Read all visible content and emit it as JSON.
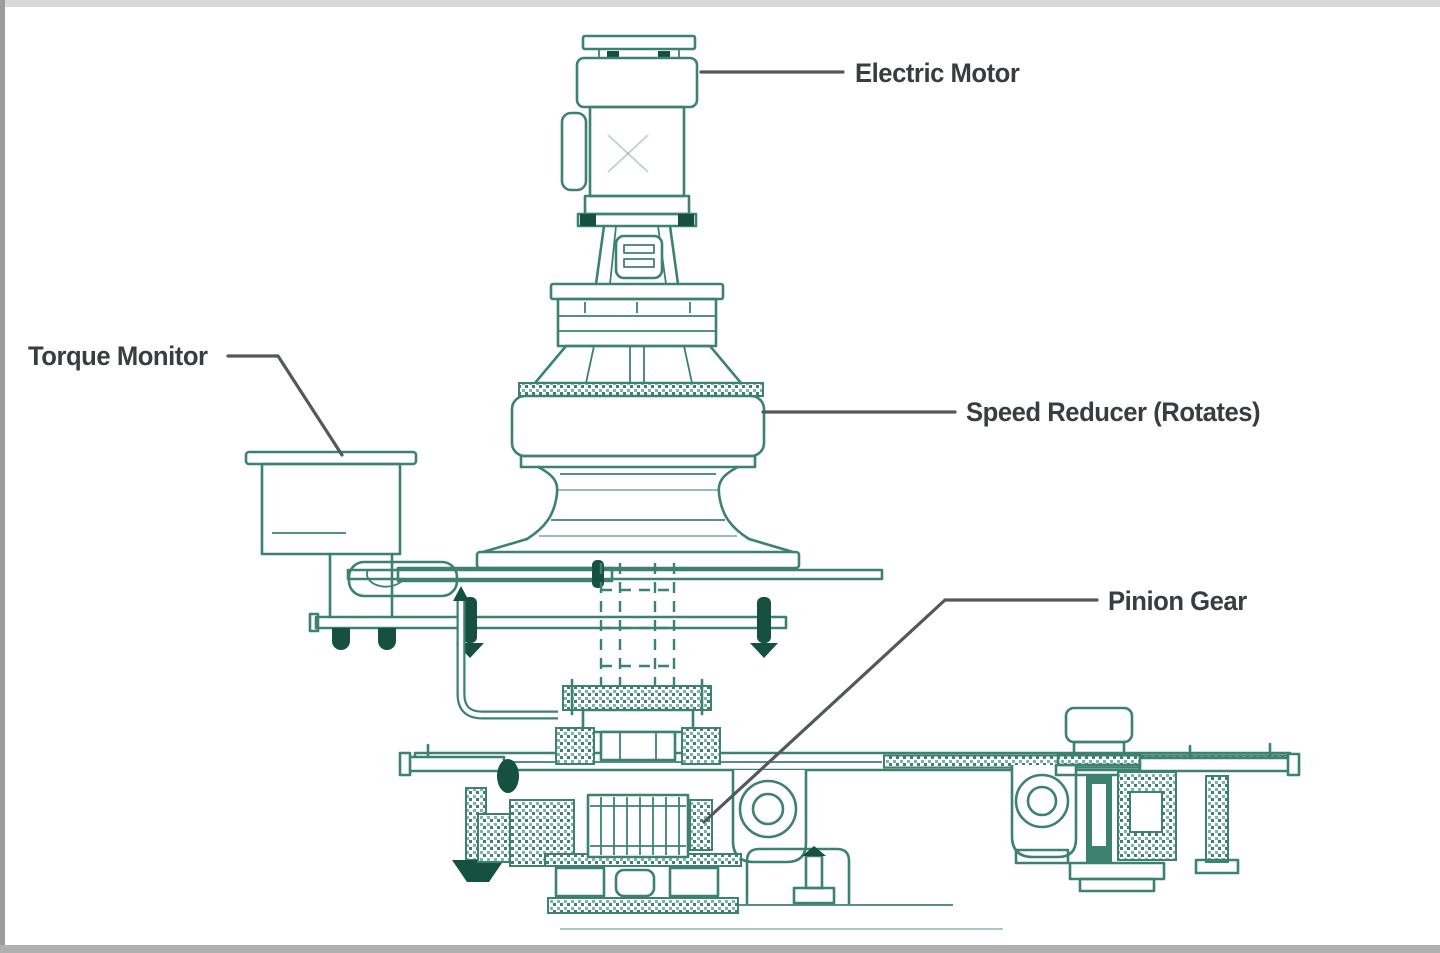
{
  "labels": {
    "electric_motor": "Electric Motor",
    "torque_monitor": "Torque Monitor",
    "speed_reducer": "Speed Reducer (Rotates)",
    "pinion_gear": "Pinion Gear"
  },
  "colors": {
    "diagram_line": "#3d8170",
    "diagram_dark": "#16503f",
    "label_text": "#3a3d3f",
    "leader_line": "#55585a",
    "background": "#ffffff",
    "border_top": "#d8d8d8",
    "border_left": "#9b9b9b",
    "border_bottom": "#b0b0b0"
  }
}
